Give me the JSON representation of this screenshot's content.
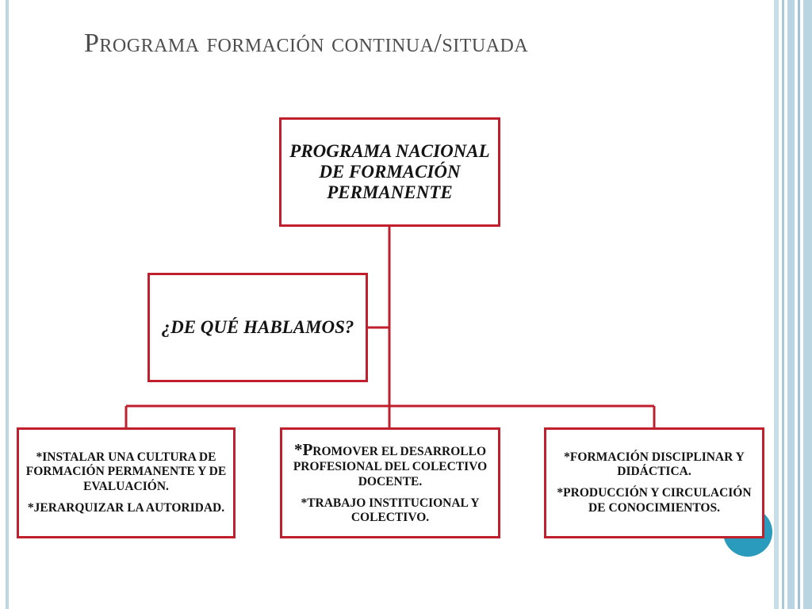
{
  "slide": {
    "title": "Programa formación continua/situada",
    "accent_color": "#c0202e",
    "title_color": "#4d4d4d",
    "decoration_color": "#2a9bbd"
  },
  "diagram": {
    "root": {
      "label": "PROGRAMA NACIONAL DE FORMACIÓN PERMANENTE"
    },
    "assistant": {
      "label": "¿DE QUÉ HABLAMOS?"
    },
    "children": [
      {
        "lines": [
          "*INSTALAR UNA CULTURA DE FORMACIÓN PERMANENTE Y DE EVALUACIÓN.",
          "*JERARQUIZAR LA AUTORIDAD."
        ]
      },
      {
        "lines": [
          "*PROMOVER EL DESARROLLO PROFESIONAL DEL COLECTIVO DOCENTE.",
          "*TRABAJO INSTITUCIONAL Y COLECTIVO."
        ]
      },
      {
        "lines": [
          "*FORMACIÓN DISCIPLINAR Y DIDÁCTICA.",
          "*PRODUCCIÓN Y CIRCULACIÓN DE CONOCIMIENTOS."
        ]
      }
    ]
  }
}
